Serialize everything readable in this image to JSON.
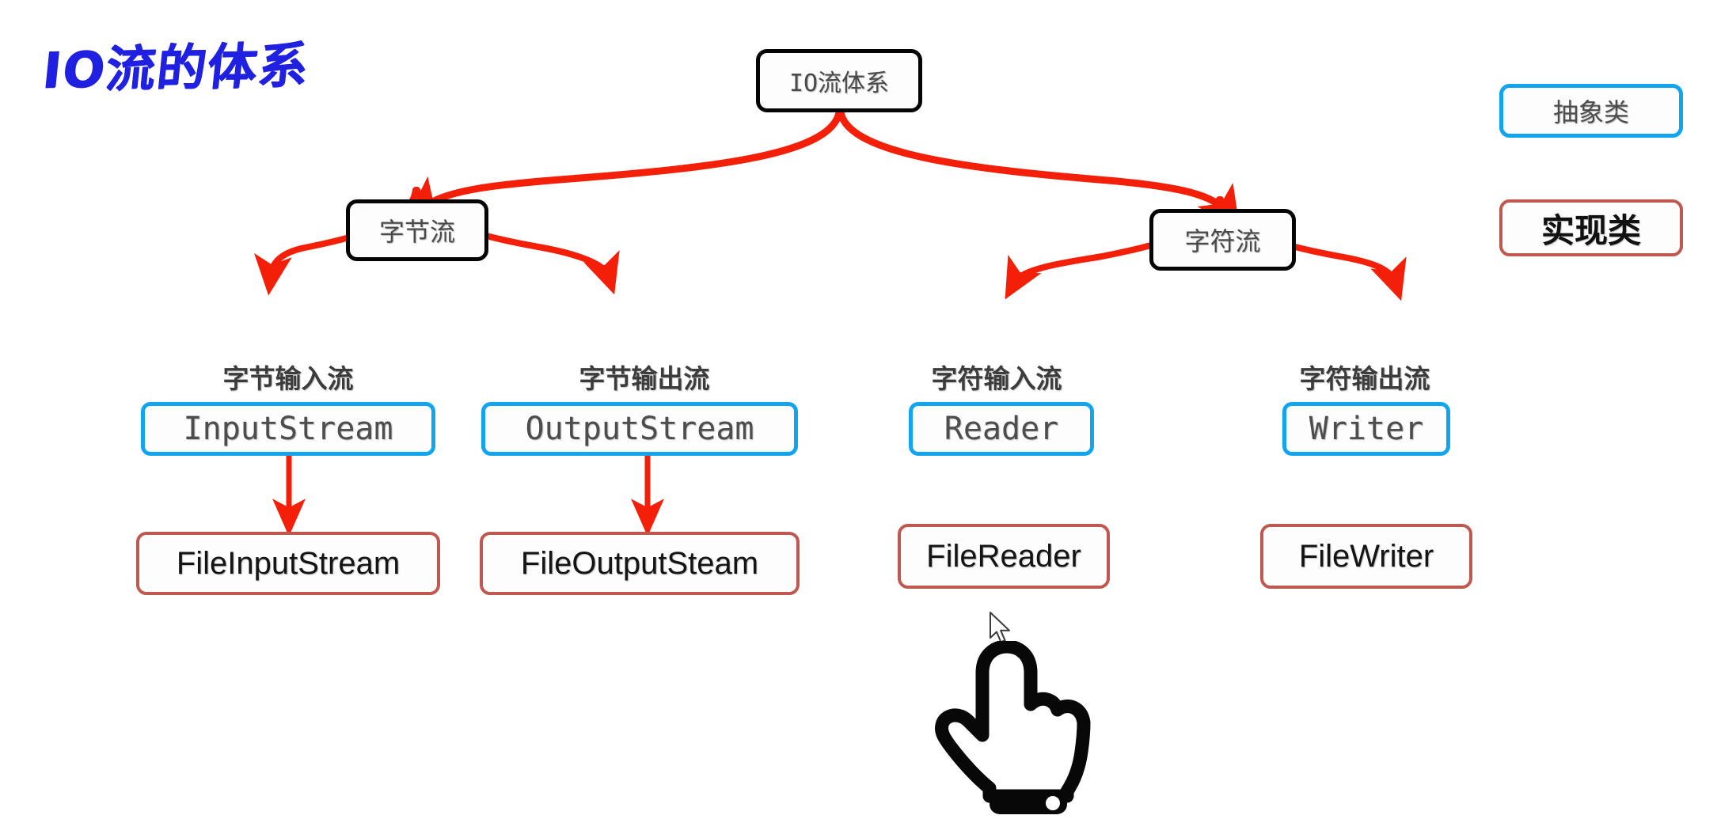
{
  "page": {
    "title": "IO流的体系",
    "title_color": "#2020e0",
    "background": "#ffffff"
  },
  "colors": {
    "root_border": "#050505",
    "abstract_border": "#12a5ef",
    "impl_border": "#bf594f",
    "arrow": "#f41f08",
    "caption_text": "#3c3c3c"
  },
  "tree": {
    "root": {
      "label": "IO流体系",
      "kind": "root"
    },
    "level2": [
      {
        "label": "字节流",
        "kind": "root"
      },
      {
        "label": "字符流",
        "kind": "root"
      }
    ],
    "columns": [
      {
        "caption": "字节输入流",
        "abstract": "InputStream",
        "impl": "FileInputStream",
        "has_impl_arrow": true
      },
      {
        "caption": "字节输出流",
        "abstract": "OutputStream",
        "impl": "FileOutputSteam",
        "has_impl_arrow": true
      },
      {
        "caption": "字符输入流",
        "abstract": "Reader",
        "impl": "FileReader",
        "has_impl_arrow": false
      },
      {
        "caption": "字符输出流",
        "abstract": "Writer",
        "impl": "FileWriter",
        "has_impl_arrow": false
      }
    ]
  },
  "legend": [
    {
      "label": "抽象类",
      "kind": "abstract"
    },
    {
      "label": "实现类",
      "kind": "impl"
    }
  ],
  "cursors": {
    "arrow_pointer": "mouse-arrow-cursor",
    "hand_pointer": "pointing-hand-cursor"
  }
}
